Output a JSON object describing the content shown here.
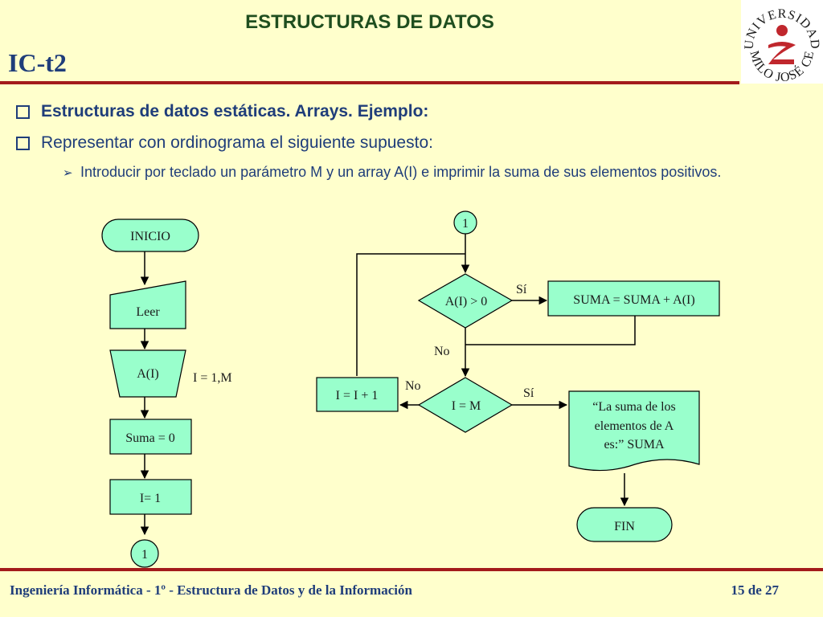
{
  "header": {
    "title": "ESTRUCTURAS DE DATOS",
    "code": "IC-t2",
    "logo_text": "UNIVERSIDAD CAMILO JOSÉ CELA"
  },
  "bullets": [
    "Estructuras de datos estáticas. Arrays. Ejemplo:",
    "Representar con ordinograma el siguiente supuesto:"
  ],
  "sub_bullet": "Introducir por teclado un parámetro M y un array A(I) e imprimir la suma de sus elementos positivos.",
  "flowchart": {
    "inicio": "INICIO",
    "leer": "Leer",
    "loop": "A(I)",
    "loop_range": "I = 1,M",
    "suma0": "Suma = 0",
    "i1": "I= 1",
    "connector": "1",
    "decision1": "A(I) > 0",
    "suma_update": "SUMA = SUMA + A(I)",
    "decision2": "I = M",
    "increment": "I = I + 1",
    "output_line1": "“La suma de los",
    "output_line2": "elementos de A",
    "output_line3": "es:” SUMA",
    "fin": "FIN",
    "yes": "Sí",
    "no": "No"
  },
  "footer": {
    "text": "Ingeniería Informática - 1º - Estructura de Datos y de la Información",
    "page": "15 de 27"
  },
  "colors": {
    "background": "#FFFFCC",
    "rule": "#A31B1B",
    "heading": "#1F4E1F",
    "text": "#1F3D7A",
    "shape_fill": "#99FFCC",
    "logo_red": "#C0272D"
  }
}
